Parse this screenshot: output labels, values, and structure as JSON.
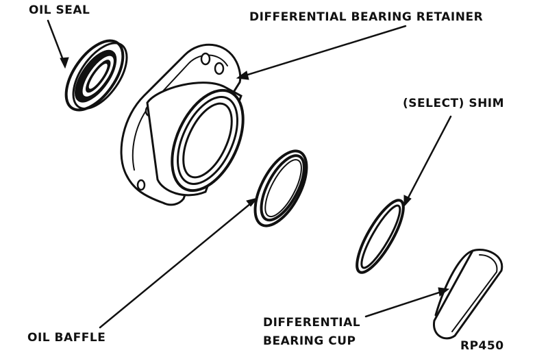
{
  "labels": {
    "oil_seal": "OIL SEAL",
    "differential_bearing_retainer": "DIFFERENTIAL BEARING RETAINER",
    "select_shim": "(SELECT) SHIM",
    "oil_baffle": "OIL BAFFLE",
    "differential_bearing_cup_line1": "DIFFERENTIAL",
    "differential_bearing_cup_line2": "BEARING CUP",
    "figure_code": "RP450"
  }
}
